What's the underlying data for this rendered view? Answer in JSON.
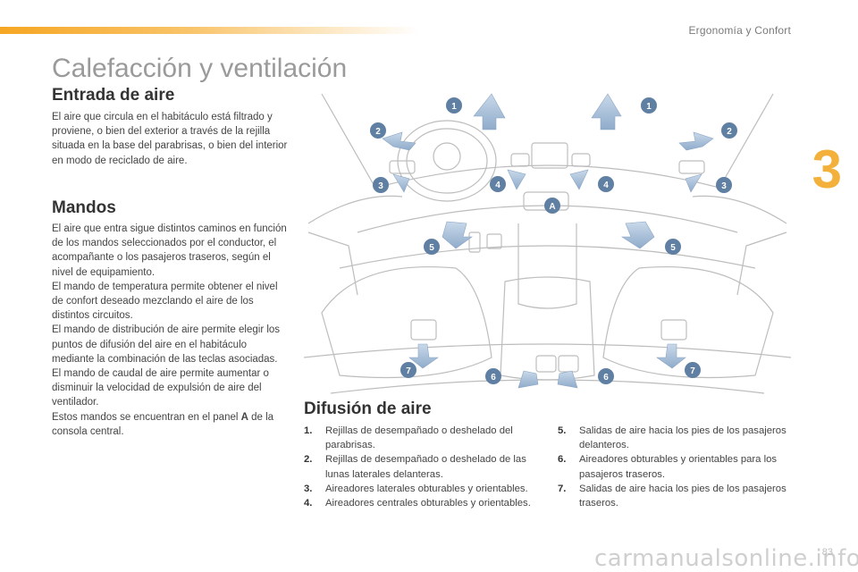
{
  "header": {
    "section": "Ergonomía y Confort",
    "chapter": "3"
  },
  "page_title": "Calefacción y ventilación",
  "entrada": {
    "title": "Entrada de aire",
    "text": "El aire que circula en el habitáculo está filtrado y proviene, o bien del exterior a través de la rejilla situada en la base del parabrisas, o bien del interior en modo de reciclado de aire."
  },
  "mandos": {
    "title": "Mandos",
    "p1": "El aire que entra sigue distintos caminos en función de los mandos seleccionados por el conductor, el acompañante o los pasajeros traseros, según el nivel de equipamiento.",
    "p2": "El mando de temperatura permite obtener el nivel de confort deseado mezclando el aire de los distintos circuitos.",
    "p3": "El mando de distribución de aire permite elegir los puntos de difusión del aire en el habitáculo mediante la combinación de las teclas asociadas.",
    "p4": "El mando de caudal de aire permite aumentar o disminuir la velocidad de expulsión de aire del ventilador.",
    "p5_pre": "Estos mandos se encuentran en el panel ",
    "p5_bold": "A",
    "p5_post": " de la consola central."
  },
  "difusion": {
    "title": "Difusión de aire",
    "items": [
      {
        "n": "1.",
        "text": "Rejillas de desempañado o deshelado del parabrisas."
      },
      {
        "n": "2.",
        "text": "Rejillas de desempañado o deshelado de las lunas laterales delanteras."
      },
      {
        "n": "3.",
        "text": "Aireadores laterales obturables y orientables."
      },
      {
        "n": "4.",
        "text": "Aireadores centrales obturables y orientables."
      },
      {
        "n": "5.",
        "text": "Salidas de aire hacia los pies de los pasajeros delanteros."
      },
      {
        "n": "6.",
        "text": "Aireadores obturables y orientables para los pasajeros traseros."
      },
      {
        "n": "7.",
        "text": "Salidas de aire hacia los pies de los pasajeros traseros."
      }
    ]
  },
  "illustration": {
    "markers": [
      "1",
      "1",
      "2",
      "2",
      "3",
      "3",
      "4",
      "4",
      "5",
      "5",
      "6",
      "6",
      "7",
      "7",
      "A"
    ],
    "colors": {
      "marker": "#5f7fa3",
      "arrow": "#9bb5d2",
      "line": "#b5b5b5"
    }
  },
  "footer": {
    "page_number": "83",
    "watermark": "carmanualsonline.info"
  }
}
